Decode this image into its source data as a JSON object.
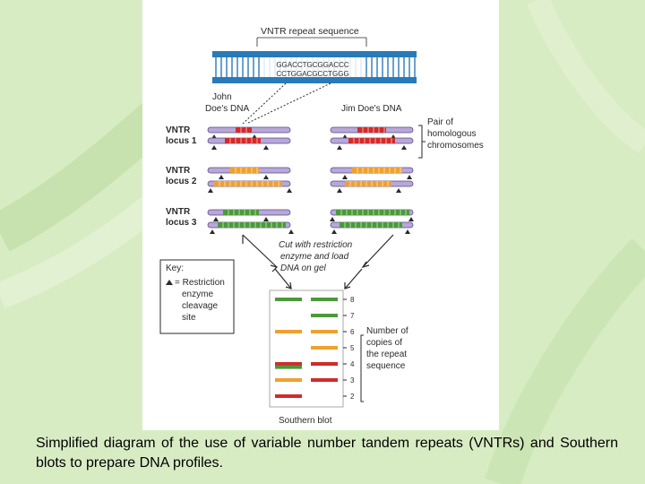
{
  "colors": {
    "background": "#d8ecc4",
    "chromosome": "#b8a8d8",
    "chromosome_stroke": "#5a4a88",
    "locus1": "#d42a2a",
    "locus2": "#f0a030",
    "locus3": "#4a9a3a",
    "dna_blue": "#2a7ab8"
  },
  "figure": {
    "vntr_title": "VNTR repeat sequence",
    "seq_top": "GGACCTGCGGACCC",
    "seq_bottom": "CCTGGACGCCTGGG",
    "john_label_1": "John",
    "john_label_2": "Doe's DNA",
    "jim_label": "Jim Doe's DNA",
    "pair_label_1": "Pair of",
    "pair_label_2": "homologous",
    "pair_label_3": "chromosomes",
    "loci": [
      {
        "name": "VNTR",
        "sub": "locus 1"
      },
      {
        "name": "VNTR",
        "sub": "locus 2"
      },
      {
        "name": "VNTR",
        "sub": "locus 3"
      }
    ],
    "cut_label_1": "Cut with restriction",
    "cut_label_2": "enzyme and load",
    "cut_label_3": "DNA on gel",
    "key_title": "Key:",
    "key_1": "= Restriction",
    "key_2": "enzyme",
    "key_3": "cleavage",
    "key_4": "site",
    "ladder": [
      "8",
      "7",
      "6",
      "5",
      "4",
      "3",
      "2"
    ],
    "copies_1": "Number of",
    "copies_2": "copies of",
    "copies_3": "the repeat",
    "copies_4": "sequence",
    "blot_label": "Southern blot",
    "bands_left": [
      {
        "copies": 8,
        "locus": 3
      },
      {
        "copies": 6,
        "locus": 2
      },
      {
        "copies": 4,
        "locus": 1
      },
      {
        "copies": 3.8,
        "locus": 3
      },
      {
        "copies": 3,
        "locus": 2
      },
      {
        "copies": 2,
        "locus": 1
      }
    ],
    "bands_right": [
      {
        "copies": 8,
        "locus": 3
      },
      {
        "copies": 7,
        "locus": 3
      },
      {
        "copies": 6,
        "locus": 2
      },
      {
        "copies": 5,
        "locus": 2
      },
      {
        "copies": 4,
        "locus": 1
      },
      {
        "copies": 3,
        "locus": 1
      }
    ]
  },
  "caption": "Simplified diagram of the use of variable number tandem repeats (VNTRs) and Southern blots to prepare DNA profiles."
}
